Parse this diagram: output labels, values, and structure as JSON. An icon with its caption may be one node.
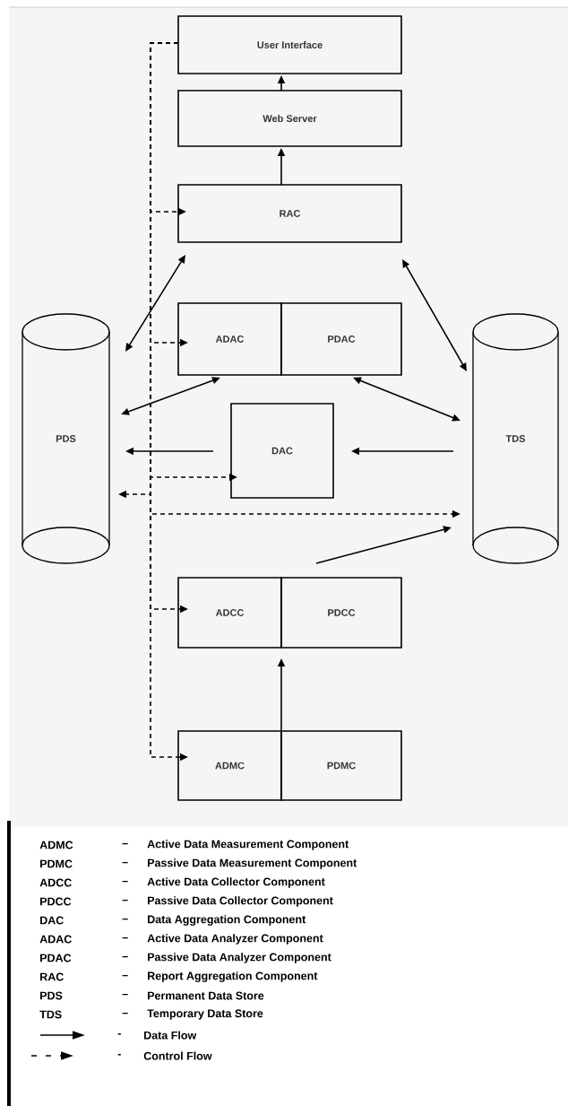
{
  "diagram": {
    "nodes": [
      {
        "text": [
          "User Interface"
        ]
      },
      {
        "text": [
          "Web Server"
        ]
      },
      {
        "text": [
          "RAC"
        ]
      },
      {
        "text": [
          "ADAC"
        ]
      },
      {
        "text": [
          "PDAC"
        ]
      },
      {
        "text": [
          "PDS"
        ]
      },
      {
        "text": [
          "DAC"
        ]
      },
      {
        "text": [
          "TDS"
        ]
      },
      {
        "text": [
          "ADCC"
        ]
      },
      {
        "text": [
          "PDCC"
        ]
      },
      {
        "text": [
          "ADMC"
        ]
      },
      {
        "text": [
          "PDMC"
        ]
      }
    ],
    "edges": [
      {
        "from": 1,
        "to": 0,
        "arrow": "to"
      },
      {
        "from": 2,
        "to": 1,
        "arrow": "to"
      },
      {
        "from": 5,
        "to": 2,
        "arrow": "both"
      },
      {
        "from": 2,
        "to": 7,
        "arrow": "both"
      },
      {
        "from": 5,
        "to": 3,
        "arrow": "both"
      },
      {
        "from": 4,
        "to": 7,
        "arrow": "both"
      },
      {
        "from": 6,
        "to": 5,
        "arrow": "to"
      },
      {
        "from": 7,
        "to": 6,
        "arrow": "to"
      },
      {
        "from": 9,
        "to": 7,
        "arrow": "to"
      },
      {
        "from": 11,
        "to": 9,
        "arrow": "to"
      },
      {
        "from": 0,
        "to": 2,
        "arrow": "to",
        "style": "dashed"
      },
      {
        "from": 0,
        "to": 3,
        "arrow": "to",
        "style": "dashed"
      },
      {
        "from": 0,
        "to": 6,
        "arrow": "to",
        "style": "dashed"
      },
      {
        "from": 0,
        "to": 5,
        "arrow": "to",
        "style": "dashed"
      },
      {
        "from": 0,
        "to": 7,
        "arrow": "to",
        "style": "dashed"
      },
      {
        "from": 0,
        "to": 8,
        "arrow": "to",
        "style": "dashed"
      },
      {
        "from": 0,
        "to": 10,
        "arrow": "to",
        "style": "dashed"
      }
    ],
    "labels": [
      "ADMC",
      "–",
      "Active Data Measurement Component",
      "PDMC",
      "–",
      "Passive Data Measurement Component",
      "ADCC",
      "–",
      "Active Data Collector Component",
      "PDCC",
      "–",
      "Passive Data Collector Component",
      "DAC",
      "–",
      "Data Aggregation Component",
      "ADAC",
      "–",
      "Active Data Analyzer Component",
      "PDAC",
      "–",
      "Passive Data Analyzer Component",
      "RAC",
      "–",
      "Report Aggregation Component",
      "PDS",
      "–",
      "Permanent Data Store",
      "TDS",
      "–",
      "Temporary Data Store",
      "-",
      "-"
    ],
    "legend": [
      {
        "text": "Data Flow"
      },
      {
        "text": "Control Flow"
      }
    ]
  }
}
